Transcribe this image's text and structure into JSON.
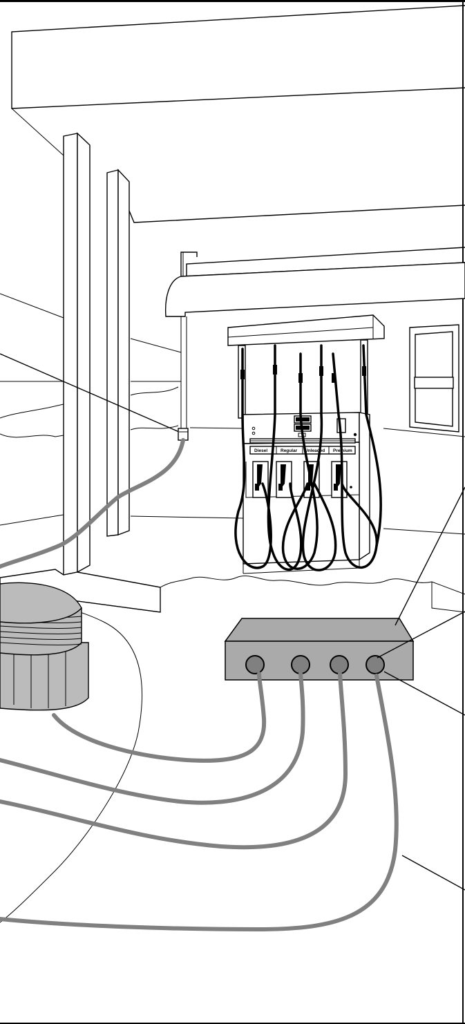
{
  "dispenser": {
    "grades": [
      "Diesel",
      "Regular",
      "Unleaded",
      "Premium"
    ]
  },
  "colors": {
    "line": "#000000",
    "conduit": "#808080",
    "junction_box": "#aaaaaa",
    "port": "#808080",
    "tank_cap": "#bbbbbb"
  }
}
